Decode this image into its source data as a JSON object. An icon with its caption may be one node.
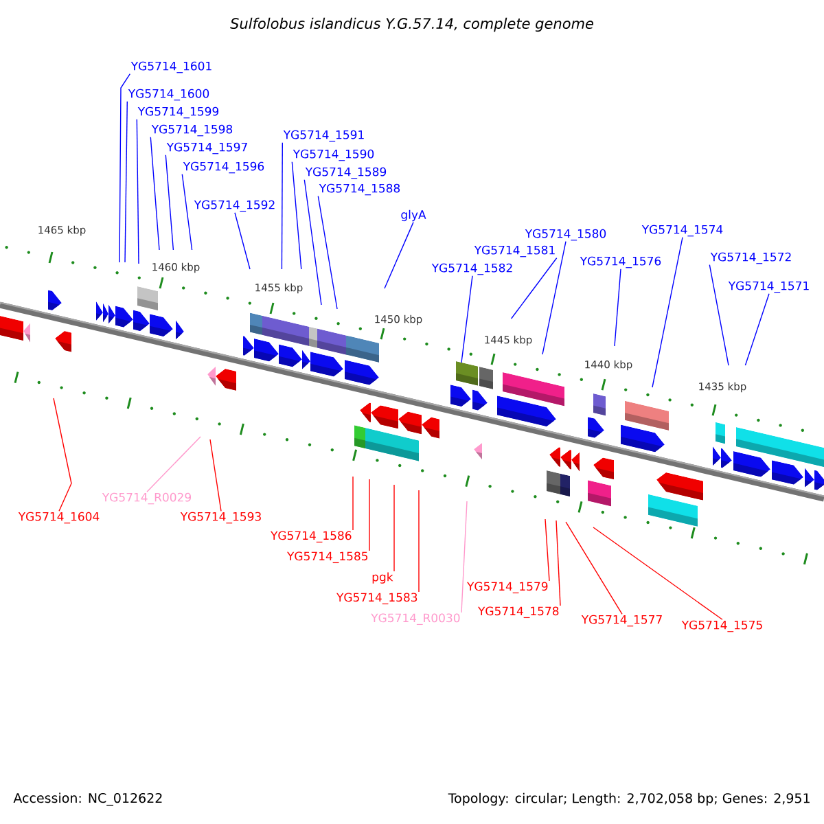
{
  "diagram": {
    "title": "Sulfolobus islandicus Y.G.57.14, complete genome",
    "nodes": [
      {
        "text": [
          "YG5714_1601"
        ]
      },
      {
        "text": [
          "YG5714_1600"
        ]
      },
      {
        "text": [
          "YG5714_1599"
        ]
      },
      {
        "text": [
          "YG5714_1598"
        ]
      },
      {
        "text": [
          "YG5714_1597"
        ]
      },
      {
        "text": [
          "YG5714_1596"
        ]
      },
      {
        "text": [
          "YG5714_1591"
        ]
      },
      {
        "text": [
          "YG5714_1590"
        ]
      },
      {
        "text": [
          "YG5714_1589"
        ]
      },
      {
        "text": [
          "YG5714_1588"
        ]
      },
      {
        "text": [
          "YG5714_1592"
        ]
      },
      {
        "text": [
          "glyA"
        ]
      },
      {
        "text": [
          "YG5714_1580"
        ]
      },
      {
        "text": [
          "YG5714_1574"
        ]
      },
      {
        "text": [
          "YG5714_1581"
        ]
      },
      {
        "text": [
          "YG5714_1572"
        ]
      },
      {
        "text": [
          "YG5714_1576"
        ]
      },
      {
        "text": [
          "YG5714_1582"
        ]
      },
      {
        "text": [
          "YG5714_1571"
        ]
      },
      {
        "text": [
          "YG5714_R0029"
        ]
      },
      {
        "text": [
          "YG5714_1604"
        ]
      },
      {
        "text": [
          "YG5714_1593"
        ]
      },
      {
        "text": [
          "YG5714_1586"
        ]
      },
      {
        "text": [
          "YG5714_1585"
        ]
      },
      {
        "text": [
          "YG5714_1583"
        ]
      },
      {
        "text": [
          "YG5714_1579"
        ]
      },
      {
        "text": [
          "pgk"
        ]
      },
      {
        "text": [
          "YG5714_R0030"
        ]
      },
      {
        "text": [
          "YG5714_1577"
        ]
      },
      {
        "text": [
          "YG5714_1575"
        ]
      },
      {
        "text": [
          "YG5714_1578"
        ]
      }
    ],
    "edges": [
      {
        "from": 0,
        "to": null,
        "arrow": "none"
      },
      {
        "from": 1,
        "to": null,
        "arrow": "none"
      },
      {
        "from": 2,
        "to": null,
        "arrow": "none"
      },
      {
        "from": 3,
        "to": null,
        "arrow": "none"
      },
      {
        "from": 4,
        "to": null,
        "arrow": "none"
      },
      {
        "from": 5,
        "to": null,
        "arrow": "none"
      },
      {
        "from": 6,
        "to": null,
        "arrow": "none"
      },
      {
        "from": 7,
        "to": null,
        "arrow": "none"
      },
      {
        "from": 8,
        "to": null,
        "arrow": "none"
      },
      {
        "from": 9,
        "to": null,
        "arrow": "none"
      },
      {
        "from": 10,
        "to": null,
        "arrow": "none"
      },
      {
        "from": 11,
        "to": null,
        "arrow": "none"
      },
      {
        "from": 12,
        "to": null,
        "arrow": "none"
      },
      {
        "from": 13,
        "to": null,
        "arrow": "none"
      },
      {
        "from": 14,
        "to": null,
        "arrow": "none"
      },
      {
        "from": 15,
        "to": null,
        "arrow": "none"
      },
      {
        "from": 16,
        "to": null,
        "arrow": "none"
      },
      {
        "from": 17,
        "to": null,
        "arrow": "none"
      },
      {
        "from": 18,
        "to": null,
        "arrow": "none"
      },
      {
        "from": 19,
        "to": null,
        "arrow": "none",
        "color": "#ff99cc"
      },
      {
        "from": 20,
        "to": null,
        "arrow": "none",
        "color": "#ff0000"
      },
      {
        "from": 21,
        "to": null,
        "arrow": "none",
        "color": "#ff0000"
      },
      {
        "from": 22,
        "to": null,
        "arrow": "none",
        "color": "#ff0000"
      },
      {
        "from": 23,
        "to": null,
        "arrow": "none",
        "color": "#ff0000"
      },
      {
        "from": 24,
        "to": null,
        "arrow": "none",
        "color": "#ff0000"
      },
      {
        "from": 25,
        "to": null,
        "arrow": "none",
        "color": "#ff0000"
      },
      {
        "from": 26,
        "to": null,
        "arrow": "none",
        "color": "#ff0000"
      },
      {
        "from": 27,
        "to": null,
        "arrow": "none",
        "color": "#ff99cc"
      },
      {
        "from": 28,
        "to": null,
        "arrow": "none",
        "color": "#ff0000"
      },
      {
        "from": 29,
        "to": null,
        "arrow": "none",
        "color": "#ff0000"
      },
      {
        "from": 30,
        "to": null,
        "arrow": "none",
        "color": "#ff0000"
      }
    ],
    "labels": [
      "1465 kbp",
      "1460 kbp",
      "1455 kbp",
      "1450 kbp",
      "1445 kbp",
      "1440 kbp",
      "1435 kbp",
      "Accession: NC_012622",
      "Topology: circular; Length: 2,702,058 bp; Genes: 2,951"
    ]
  }
}
